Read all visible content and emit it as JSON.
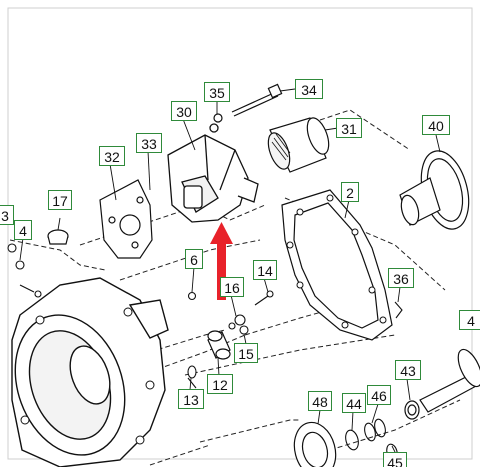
{
  "diagram": {
    "type": "exploded-parts-view",
    "highlight_color": "#e8222a",
    "callout_border_color": "#2f8a3a",
    "callouts": [
      {
        "id": "p34",
        "label": "34"
      },
      {
        "id": "p35",
        "label": "35"
      },
      {
        "id": "p31",
        "label": "31"
      },
      {
        "id": "p30",
        "label": "30"
      },
      {
        "id": "p33",
        "label": "33"
      },
      {
        "id": "p32",
        "label": "32"
      },
      {
        "id": "p40",
        "label": "40"
      },
      {
        "id": "p2",
        "label": "2"
      },
      {
        "id": "p17",
        "label": "17"
      },
      {
        "id": "p4",
        "label": "4"
      },
      {
        "id": "p3",
        "label": "3"
      },
      {
        "id": "p6",
        "label": "6"
      },
      {
        "id": "p14",
        "label": "14"
      },
      {
        "id": "p16",
        "label": "16"
      },
      {
        "id": "p36",
        "label": "36"
      },
      {
        "id": "p15",
        "label": "15"
      },
      {
        "id": "p12",
        "label": "12"
      },
      {
        "id": "p13",
        "label": "13"
      },
      {
        "id": "p43",
        "label": "43"
      },
      {
        "id": "p48",
        "label": "48"
      },
      {
        "id": "p44",
        "label": "44"
      },
      {
        "id": "p46",
        "label": "46"
      },
      {
        "id": "p4b",
        "label": "4"
      },
      {
        "id": "p45",
        "label": "45"
      }
    ]
  }
}
